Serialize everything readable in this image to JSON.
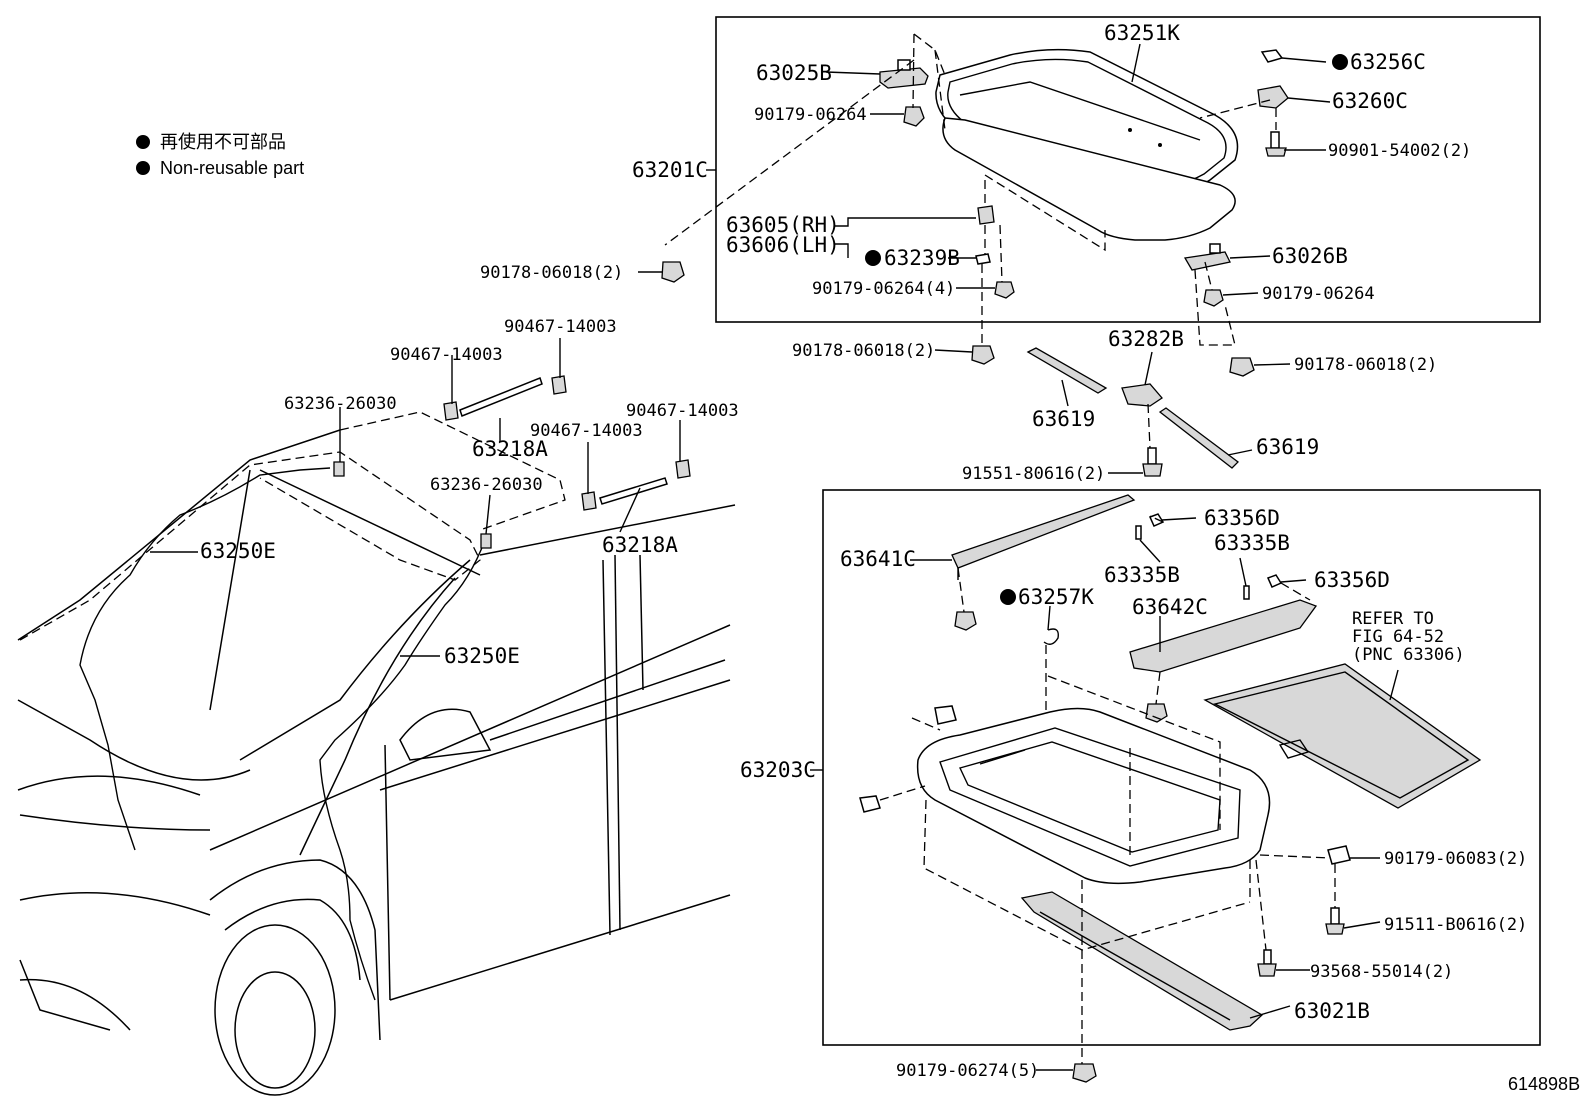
{
  "legend": {
    "japanese": "再使用不可部品",
    "english": "Non-reusable part"
  },
  "figure_id": "614898B",
  "labels": {
    "p63251K": "63251K",
    "p63025B": "63025B",
    "p90179_06264_a": "90179-06264",
    "p63256C": "63256C",
    "p63260C": "63260C",
    "p90901": "90901-54002(2)",
    "p63201C": "63201C",
    "p63605": "63605(RH)",
    "p63606": "63606(LH)",
    "p63239B": "63239B",
    "p63026B": "63026B",
    "p90178_a": "90178-06018(2)",
    "p90179_06264_4": "90179-06264(4)",
    "p90179_06264_b": "90179-06264",
    "p90178_b": "90178-06018(2)",
    "p63282B": "63282B",
    "p90178_c": "90178-06018(2)",
    "p63619_a": "63619",
    "p63619_b": "63619",
    "p91551": "91551-80616(2)",
    "p90467_a": "90467-14003",
    "p90467_b": "90467-14003",
    "p63236_a": "63236-26030",
    "p63218A_a": "63218A",
    "p90467_c": "90467-14003",
    "p90467_d": "90467-14003",
    "p63236_b": "63236-26030",
    "p63250E_a": "63250E",
    "p63218A_b": "63218A",
    "p63250E_b": "63250E",
    "p63356D_a": "63356D",
    "p63641C": "63641C",
    "p63335B_a": "63335B",
    "p63335B_b": "63335B",
    "p63356D_b": "63356D",
    "p63257K": "63257K",
    "p63642C": "63642C",
    "refer1": "REFER TO",
    "refer2": "FIG 64-52",
    "refer3": "(PNC 63306)",
    "p63203C": "63203C",
    "p90179_06083": "90179-06083(2)",
    "p91511": "91511-B0616(2)",
    "p93568": "93568-55014(2)",
    "p63021B": "63021B",
    "p90179_06274": "90179-06274(5)"
  }
}
